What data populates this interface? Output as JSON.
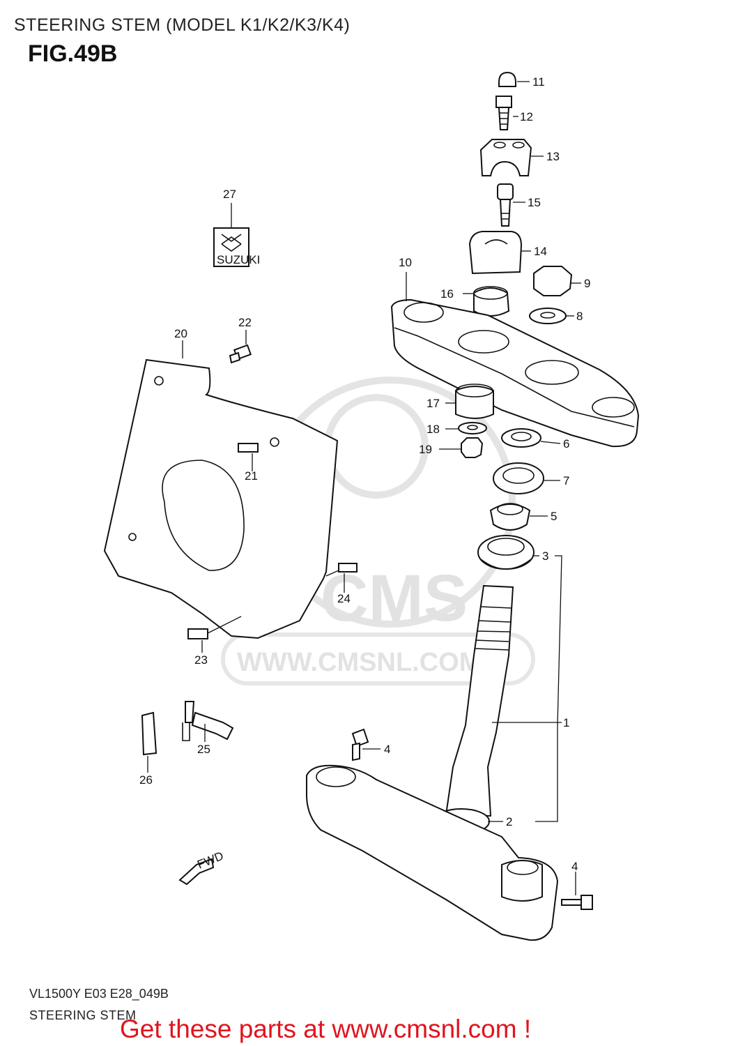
{
  "header": {
    "title": "STEERING STEM (MODEL K1/K2/K3/K4)",
    "figure": "FIG.49B"
  },
  "watermark": {
    "logo_text": "CMS",
    "url_text": "WWW.CMSNL.COM"
  },
  "emblem_text": "SUZUKI",
  "direction_arrow_text": "FWD",
  "callouts": {
    "c1": "1",
    "c2": "2",
    "c3": "3",
    "c4a": "4",
    "c4b": "4",
    "c5": "5",
    "c6": "6",
    "c7": "7",
    "c8": "8",
    "c9": "9",
    "c10": "10",
    "c11": "11",
    "c12": "12",
    "c13": "13",
    "c14": "14",
    "c15": "15",
    "c16": "16",
    "c17": "17",
    "c18": "18",
    "c19": "19",
    "c20": "20",
    "c21": "21",
    "c22": "22",
    "c23": "23",
    "c24": "24",
    "c25": "25",
    "c26": "26",
    "c27": "27"
  },
  "footer": {
    "diagram_code": "VL1500Y E03 E28_049B",
    "diagram_name": "STEERING STEM",
    "cta": "Get these parts at www.cmsnl.com !"
  },
  "colors": {
    "cta": "#e0141e",
    "line": "#111111",
    "watermark": "#e4e4e4"
  }
}
